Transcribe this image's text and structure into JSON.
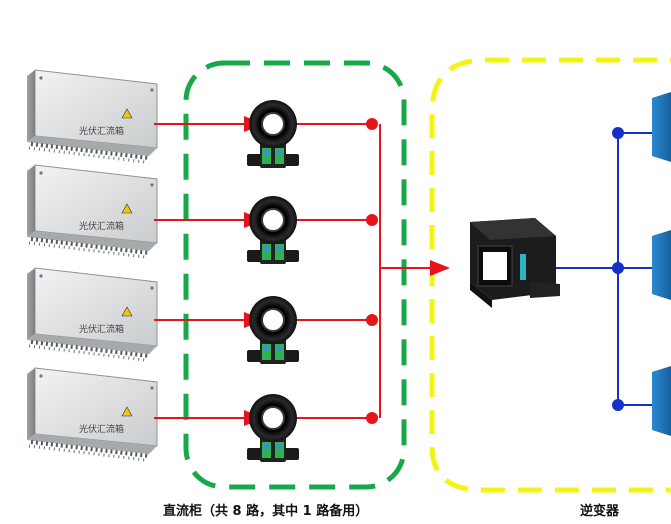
{
  "combiner_box": {
    "label": "光伏汇流箱",
    "count": 4,
    "warning_icon": "warning-triangle-icon"
  },
  "sensors": {
    "count": 4
  },
  "dc_cabinet": {
    "caption": "直流柜（共 8 路，其中 1 路备用）",
    "border_color": "#17a84a"
  },
  "inverter": {
    "caption": "逆变器",
    "border_color": "#f4f414"
  },
  "colors": {
    "dc_line": "#e8141b",
    "ac_line": "#1530c8",
    "module": "#1b73b8"
  }
}
